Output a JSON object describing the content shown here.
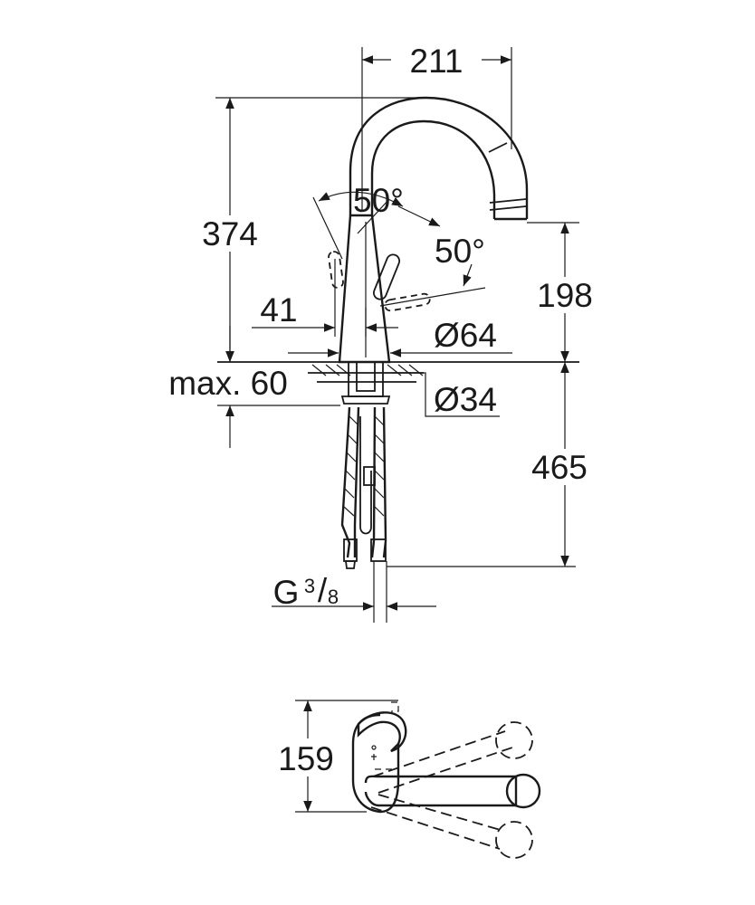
{
  "dimensions": {
    "spout_reach": "211",
    "total_height": "374",
    "outlet_height": "198",
    "lever_angle_top": "50°",
    "lever_angle_side": "50°",
    "lever_offset": "41",
    "base_diameter": "Ø64",
    "max_deck_thickness": "max. 60",
    "hole_diameter": "Ø34",
    "hose_length": "465",
    "connection_thread": "G",
    "thread_numerator": "3",
    "thread_slash": "/",
    "thread_denominator": "8",
    "plan_depth": "159"
  }
}
